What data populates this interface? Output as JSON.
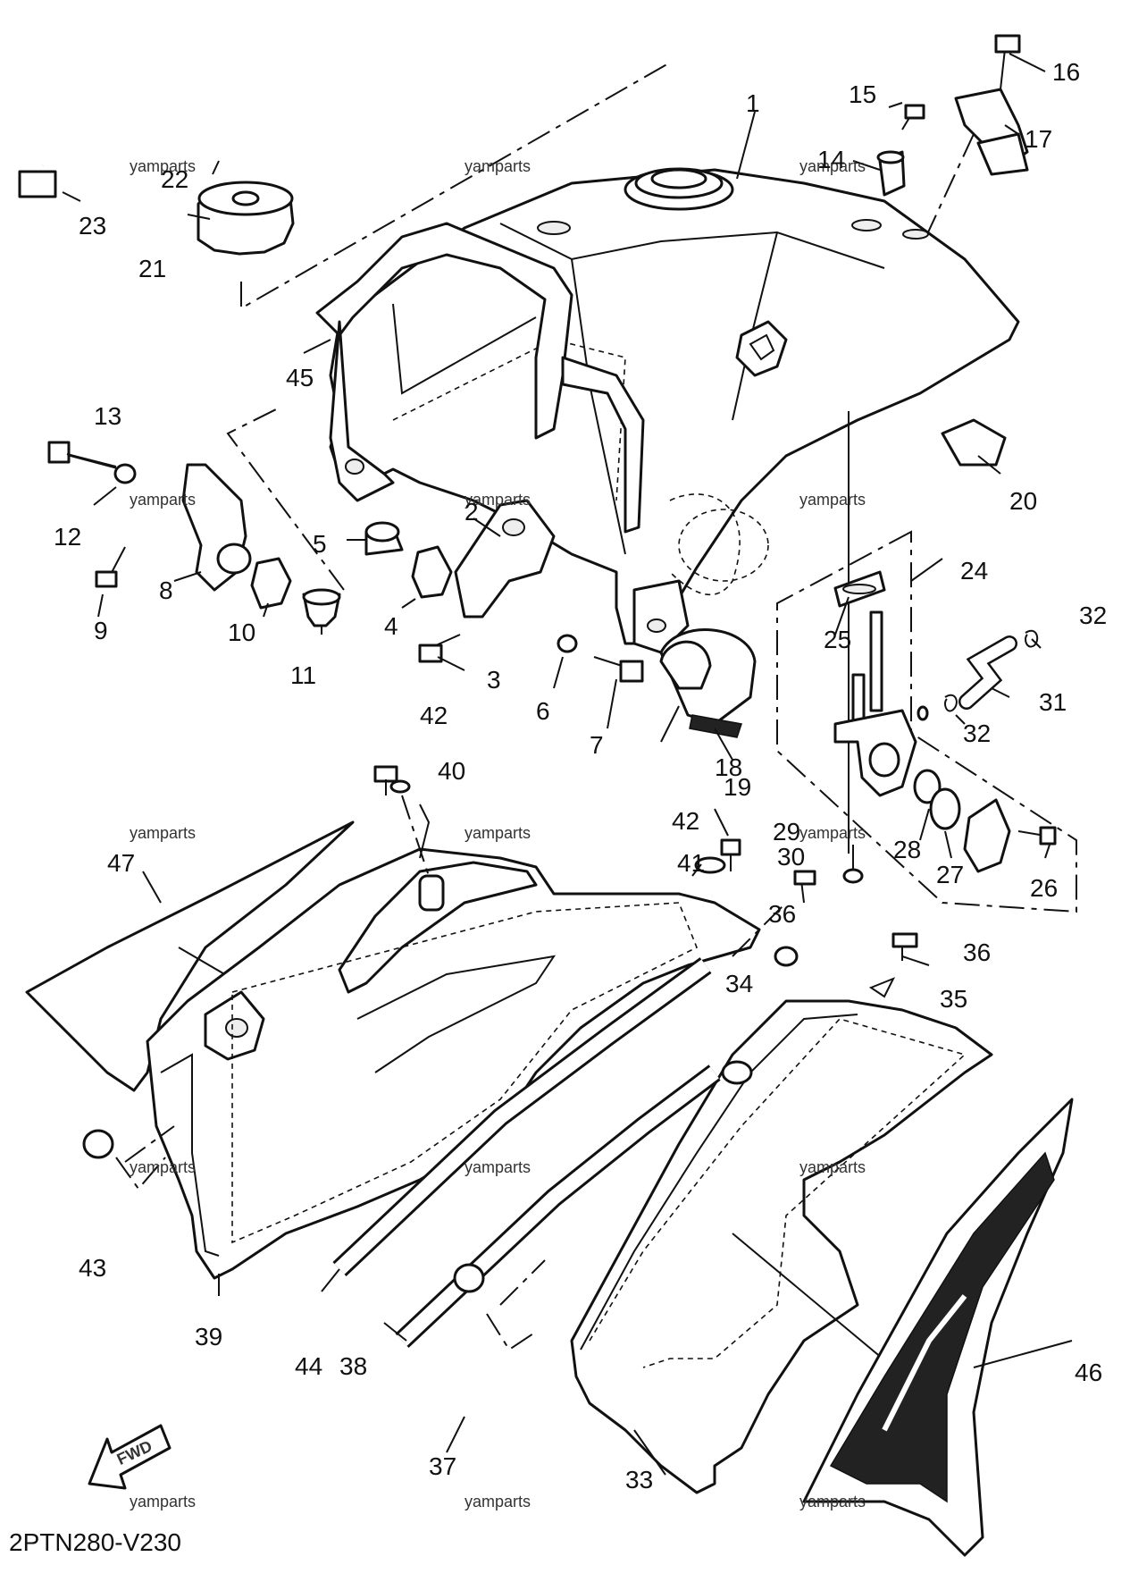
{
  "diagram": {
    "diagram_code": "2PTN280-V230",
    "fwd_label": "FWD",
    "watermark_text": "yamparts",
    "callouts": [
      "1",
      "2",
      "3",
      "4",
      "5",
      "6",
      "7",
      "8",
      "9",
      "10",
      "11",
      "12",
      "13",
      "14",
      "15",
      "16",
      "17",
      "18",
      "19",
      "20",
      "21",
      "22",
      "23",
      "24",
      "25",
      "26",
      "27",
      "28",
      "29",
      "30",
      "31",
      "32",
      "32",
      "33",
      "34",
      "35",
      "36",
      "36",
      "37",
      "38",
      "39",
      "40",
      "41",
      "42",
      "42",
      "43",
      "44",
      "45",
      "46",
      "47"
    ]
  }
}
